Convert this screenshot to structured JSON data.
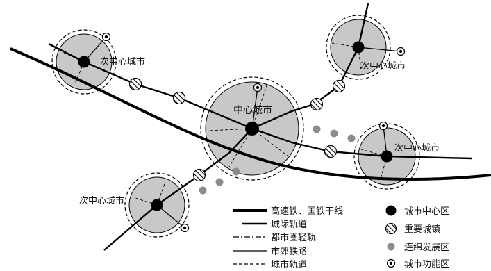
{
  "cities": {
    "center": "中心城市",
    "nw": "次中心城市",
    "ne": "次中心城市",
    "e": "次中心城市",
    "sw": "次中心城市"
  },
  "legend_lines": [
    {
      "name": "legend-high-speed-rail",
      "label": "高速铁、国铁干线"
    },
    {
      "name": "legend-intercity-rail",
      "label": "城际轨道"
    },
    {
      "name": "legend-metro-light-rail",
      "label": "都市圈轻轨"
    },
    {
      "name": "legend-suburban-railway",
      "label": "市郊铁路"
    },
    {
      "name": "legend-urban-rail",
      "label": "城市轨道"
    }
  ],
  "legend_symbols": [
    {
      "name": "legend-city-center",
      "label": "城市中心区"
    },
    {
      "name": "legend-important-town",
      "label": "重要城镇"
    },
    {
      "name": "legend-continuous-development",
      "label": "连绵发展区"
    },
    {
      "name": "legend-city-function",
      "label": "城市功能区"
    }
  ],
  "colors": {
    "circle_fill": "#c8c8c8",
    "line": "#000000",
    "development_dot": "#8c8c8c"
  }
}
